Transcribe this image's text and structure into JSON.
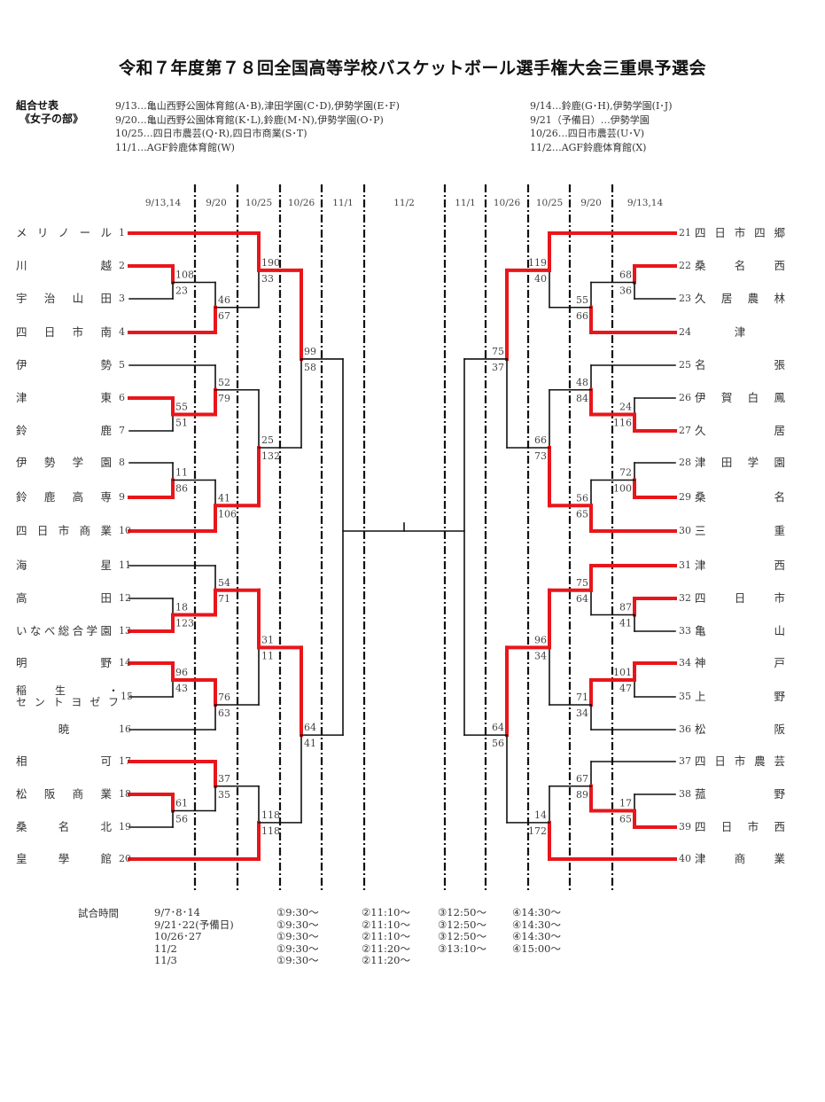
{
  "title": "令和７年度第７８回全国高等学校バスケットボール選手権大会三重県予選会",
  "section_label": {
    "line1": "組合せ表",
    "line2": "《女子の部》"
  },
  "venues_left": [
    "9/13…亀山西野公園体育館(A･B),津田学園(C･D),伊勢学園(E･F)",
    "9/20…亀山西野公園体育館(K･L),鈴鹿(M･N),伊勢学園(O･P)",
    "10/25…四日市農芸(Q･R),四日市商業(S･T)",
    "11/1…AGF鈴鹿体育館(W)"
  ],
  "venues_right": [
    "9/14…鈴鹿(G･H),伊勢学園(I･J)",
    "9/21（予備日）…伊勢学園",
    "10/26…四日市農芸(U･V)",
    "11/2…AGF鈴鹿体育館(X)"
  ],
  "round_labels_left": [
    "9/13,14",
    "9/20",
    "10/25",
    "10/26",
    "11/1"
  ],
  "round_label_center": "11/2",
  "round_labels_right": [
    "11/1",
    "10/26",
    "10/25",
    "9/20",
    "9/13,14"
  ],
  "teams_left": [
    {
      "seed": "1",
      "name": "メリノール"
    },
    {
      "seed": "2",
      "name": "川越"
    },
    {
      "seed": "3",
      "name": "宇治山田"
    },
    {
      "seed": "4",
      "name": "四日市南"
    },
    {
      "seed": "5",
      "name": "伊勢"
    },
    {
      "seed": "6",
      "name": "津東"
    },
    {
      "seed": "7",
      "name": "鈴鹿"
    },
    {
      "seed": "8",
      "name": "伊勢学園"
    },
    {
      "seed": "9",
      "name": "鈴鹿高専"
    },
    {
      "seed": "10",
      "name": "四日市商業"
    },
    {
      "seed": "11",
      "name": "海星"
    },
    {
      "seed": "12",
      "name": "高田"
    },
    {
      "seed": "13",
      "name": "いなべ総合学園"
    },
    {
      "seed": "14",
      "name": "明野"
    },
    {
      "seed": "15",
      "name": "稲生・セントヨゼフ",
      "line1": "稲生・",
      "line2": "セントヨゼフ"
    },
    {
      "seed": "16",
      "name": "暁"
    },
    {
      "seed": "17",
      "name": "相可"
    },
    {
      "seed": "18",
      "name": "松阪商業"
    },
    {
      "seed": "19",
      "name": "桑名北"
    },
    {
      "seed": "20",
      "name": "皇學館"
    }
  ],
  "teams_right": [
    {
      "seed": "21",
      "name": "四日市四郷"
    },
    {
      "seed": "22",
      "name": "桑名西"
    },
    {
      "seed": "23",
      "name": "久居農林"
    },
    {
      "seed": "24",
      "name": "津"
    },
    {
      "seed": "25",
      "name": "名張"
    },
    {
      "seed": "26",
      "name": "伊賀白鳳"
    },
    {
      "seed": "27",
      "name": "久居"
    },
    {
      "seed": "28",
      "name": "津田学園"
    },
    {
      "seed": "29",
      "name": "桑名"
    },
    {
      "seed": "30",
      "name": "三重"
    },
    {
      "seed": "31",
      "name": "津西"
    },
    {
      "seed": "32",
      "name": "四日市"
    },
    {
      "seed": "33",
      "name": "亀山"
    },
    {
      "seed": "34",
      "name": "神戸"
    },
    {
      "seed": "35",
      "name": "上野"
    },
    {
      "seed": "36",
      "name": "松阪"
    },
    {
      "seed": "37",
      "name": "四日市農芸"
    },
    {
      "seed": "38",
      "name": "菰野"
    },
    {
      "seed": "39",
      "name": "四日市西"
    },
    {
      "seed": "40",
      "name": "津商業"
    }
  ],
  "matches": [
    {
      "side": "left",
      "round": 1,
      "top_slot": 1,
      "bottom_slot": 2,
      "score_top": "108",
      "score_bottom": "23",
      "winner": "top"
    },
    {
      "side": "left",
      "round": 1,
      "top_slot": 5,
      "bottom_slot": 6,
      "score_top": "55",
      "score_bottom": "51",
      "winner": "top"
    },
    {
      "side": "left",
      "round": 1,
      "top_slot": 7,
      "bottom_slot": 8,
      "score_top": "11",
      "score_bottom": "86",
      "winner": "bottom"
    },
    {
      "side": "left",
      "round": 1,
      "top_slot": 11,
      "bottom_slot": 12,
      "score_top": "18",
      "score_bottom": "123",
      "winner": "bottom"
    },
    {
      "side": "left",
      "round": 1,
      "top_slot": 13,
      "bottom_slot": 14,
      "score_top": "96",
      "score_bottom": "43",
      "winner": "top"
    },
    {
      "side": "left",
      "round": 1,
      "top_slot": 17,
      "bottom_slot": 18,
      "score_top": "61",
      "score_bottom": "56",
      "winner": "top"
    },
    {
      "side": "left",
      "round": 2,
      "top": "r1-0",
      "bottom_slot": 3,
      "score_top": "46",
      "score_bottom": "67",
      "winner": "bottom"
    },
    {
      "side": "left",
      "round": 2,
      "top_slot": 4,
      "bottom": "r1-1",
      "score_top": "52",
      "score_bottom": "79",
      "winner": "bottom"
    },
    {
      "side": "left",
      "round": 2,
      "top": "r1-2",
      "bottom_slot": 9,
      "score_top": "41",
      "score_bottom": "106",
      "winner": "bottom"
    },
    {
      "side": "left",
      "round": 2,
      "top_slot": 10,
      "bottom": "r1-3",
      "score_top": "54",
      "score_bottom": "71",
      "winner": "bottom"
    },
    {
      "side": "left",
      "round": 2,
      "top": "r1-4",
      "bottom_slot": 15,
      "score_top": "76",
      "score_bottom": "63",
      "winner": "top"
    },
    {
      "side": "left",
      "round": 2,
      "top_slot": 16,
      "bottom": "r1-5",
      "score_top": "37",
      "score_bottom": "35",
      "winner": "top"
    },
    {
      "side": "left",
      "round": 3,
      "top_slot": 0,
      "bottom": "r2-0",
      "score_top": "190",
      "score_bottom": "33",
      "winner": "top"
    },
    {
      "side": "left",
      "round": 3,
      "top": "r2-1",
      "bottom": "r2-2",
      "score_top": "25",
      "score_bottom": "132",
      "winner": "bottom"
    },
    {
      "side": "left",
      "round": 3,
      "top": "r2-3",
      "bottom": "r2-4",
      "score_top": "31",
      "score_bottom": "11",
      "winner": "top"
    },
    {
      "side": "left",
      "round": 3,
      "top": "r2-5",
      "bottom_slot": 19,
      "score_top": "118",
      "score_bottom": "118",
      "winner": "bottom"
    },
    {
      "side": "left",
      "round": 4,
      "top": "r3-0",
      "bottom": "r3-1",
      "score_top": "99",
      "score_bottom": "58",
      "winner": "top"
    },
    {
      "side": "left",
      "round": 4,
      "top": "r3-2",
      "bottom": "r3-3",
      "score_top": "64",
      "score_bottom": "41",
      "winner": "top"
    },
    {
      "side": "left",
      "round": 5,
      "top": "r4-0",
      "bottom": "r4-1",
      "score_top": "",
      "score_bottom": "",
      "winner": "none"
    },
    {
      "side": "right",
      "round": 1,
      "top_slot": 1,
      "bottom_slot": 2,
      "score_top": "68",
      "score_bottom": "36",
      "winner": "top"
    },
    {
      "side": "right",
      "round": 1,
      "top_slot": 5,
      "bottom_slot": 6,
      "score_top": "24",
      "score_bottom": "116",
      "winner": "bottom"
    },
    {
      "side": "right",
      "round": 1,
      "top_slot": 7,
      "bottom_slot": 8,
      "score_top": "72",
      "score_bottom": "100",
      "winner": "bottom"
    },
    {
      "side": "right",
      "round": 1,
      "top_slot": 11,
      "bottom_slot": 12,
      "score_top": "87",
      "score_bottom": "41",
      "winner": "top"
    },
    {
      "side": "right",
      "round": 1,
      "top_slot": 13,
      "bottom_slot": 14,
      "score_top": "101",
      "score_bottom": "47",
      "winner": "top"
    },
    {
      "side": "right",
      "round": 1,
      "top_slot": 17,
      "bottom_slot": 18,
      "score_top": "17",
      "score_bottom": "65",
      "winner": "bottom"
    },
    {
      "side": "right",
      "round": 2,
      "top": "r1-0",
      "bottom_slot": 3,
      "score_top": "55",
      "score_bottom": "66",
      "winner": "bottom"
    },
    {
      "side": "right",
      "round": 2,
      "top_slot": 4,
      "bottom": "r1-1",
      "score_top": "48",
      "score_bottom": "84",
      "winner": "bottom"
    },
    {
      "side": "right",
      "round": 2,
      "top": "r1-2",
      "bottom_slot": 9,
      "score_top": "56",
      "score_bottom": "65",
      "winner": "bottom"
    },
    {
      "side": "right",
      "round": 2,
      "top_slot": 10,
      "bottom": "r1-3",
      "score_top": "75",
      "score_bottom": "64",
      "winner": "top"
    },
    {
      "side": "right",
      "round": 2,
      "top": "r1-4",
      "bottom_slot": 15,
      "score_top": "71",
      "score_bottom": "34",
      "winner": "top"
    },
    {
      "side": "right",
      "round": 2,
      "top_slot": 16,
      "bottom": "r1-5",
      "score_top": "67",
      "score_bottom": "89",
      "winner": "bottom"
    },
    {
      "side": "right",
      "round": 3,
      "top_slot": 0,
      "bottom": "r2-0",
      "score_top": "119",
      "score_bottom": "40",
      "winner": "top"
    },
    {
      "side": "right",
      "round": 3,
      "top": "r2-1",
      "bottom": "r2-2",
      "score_top": "66",
      "score_bottom": "73",
      "winner": "bottom"
    },
    {
      "side": "right",
      "round": 3,
      "top": "r2-3",
      "bottom": "r2-4",
      "score_top": "96",
      "score_bottom": "34",
      "winner": "top"
    },
    {
      "side": "right",
      "round": 3,
      "top": "r2-5",
      "bottom_slot": 19,
      "score_top": "14",
      "score_bottom": "172",
      "winner": "bottom"
    },
    {
      "side": "right",
      "round": 4,
      "top": "r3-0",
      "bottom": "r3-1",
      "score_top": "75",
      "score_bottom": "37",
      "winner": "top"
    },
    {
      "side": "right",
      "round": 4,
      "top": "r3-2",
      "bottom": "r3-3",
      "score_top": "64",
      "score_bottom": "56",
      "winner": "top"
    },
    {
      "side": "right",
      "round": 5,
      "top": "r4-0",
      "bottom": "r4-1",
      "score_top": "",
      "score_bottom": "",
      "winner": "none"
    }
  ],
  "colors": {
    "win": "#e8161b",
    "line": "#111111",
    "divider": "#111111"
  },
  "schedule": {
    "heading": "試合時間",
    "rows": [
      {
        "date": "9/7･8･14",
        "times": [
          "①9:30～",
          "②11:10～",
          "③12:50～",
          "④14:30～"
        ]
      },
      {
        "date": "9/21･22(予備日)",
        "times": [
          "①9:30～",
          "②11:10～",
          "③12:50～",
          "④14:30～"
        ]
      },
      {
        "date": "10/26･27",
        "times": [
          "①9:30～",
          "②11:10～",
          "③12:50～",
          "④14:30～"
        ]
      },
      {
        "date": "11/2",
        "times": [
          "①9:30～",
          "②11:20～",
          "③13:10～",
          "④15:00～"
        ]
      },
      {
        "date": "11/3",
        "times": [
          "①9:30～",
          "②11:20～"
        ]
      }
    ]
  }
}
